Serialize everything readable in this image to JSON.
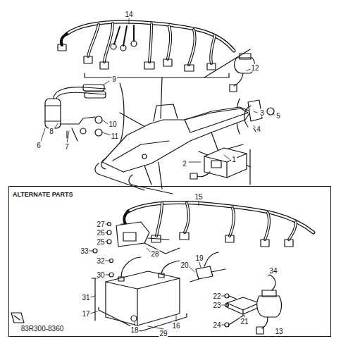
{
  "diagram": {
    "nodes": [
      {
        "text": [
          "ALTERNATE PARTS"
        ]
      }
    ],
    "labels": [
      "14",
      "12",
      "9",
      "8",
      "6",
      "7",
      "10",
      "11",
      "3",
      "5",
      "4",
      "1",
      "2",
      "15",
      "27",
      "26",
      "25",
      "33",
      "32",
      "30",
      "28",
      "19",
      "20",
      "22",
      "23",
      "21",
      "24",
      "34",
      "31",
      "17",
      "18",
      "16",
      "29",
      "13",
      "83R300-8360"
    ]
  }
}
